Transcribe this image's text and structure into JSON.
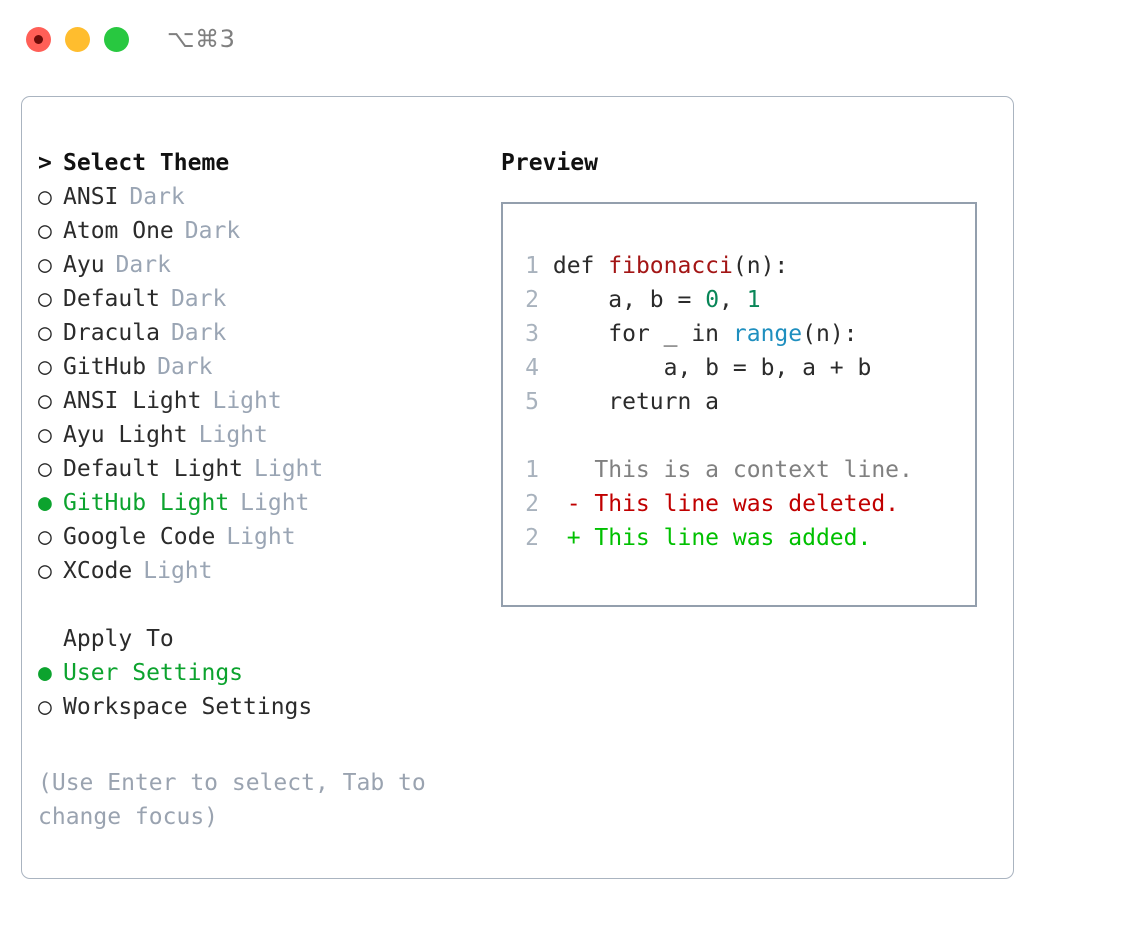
{
  "titlebar": {
    "shortcut": "⌥⌘3",
    "controls": [
      "close",
      "minimize",
      "maximize"
    ]
  },
  "theme_picker": {
    "heading": "Select Theme",
    "heading_marker": ">",
    "marker_unselected": "○",
    "marker_selected": "●",
    "items": [
      {
        "name": "ANSI",
        "tag": "Dark",
        "selected": false
      },
      {
        "name": "Atom One",
        "tag": "Dark",
        "selected": false
      },
      {
        "name": "Ayu",
        "tag": "Dark",
        "selected": false
      },
      {
        "name": "Default",
        "tag": "Dark",
        "selected": false
      },
      {
        "name": "Dracula",
        "tag": "Dark",
        "selected": false
      },
      {
        "name": "GitHub",
        "tag": "Dark",
        "selected": false
      },
      {
        "name": "ANSI Light",
        "tag": "Light",
        "selected": false
      },
      {
        "name": "Ayu Light",
        "tag": "Light",
        "selected": false
      },
      {
        "name": "Default Light",
        "tag": "Light",
        "selected": false
      },
      {
        "name": "GitHub Light",
        "tag": "Light",
        "selected": true
      },
      {
        "name": "Google Code",
        "tag": "Light",
        "selected": false
      },
      {
        "name": "XCode",
        "tag": "Light",
        "selected": false
      }
    ]
  },
  "apply_to": {
    "heading": "Apply To",
    "items": [
      {
        "name": "User Settings",
        "selected": true
      },
      {
        "name": "Workspace Settings",
        "selected": false
      }
    ]
  },
  "hint": "(Use Enter to select, Tab to change focus)",
  "preview": {
    "title": "Preview",
    "code_lines": [
      {
        "num": "1",
        "tokens": [
          {
            "t": "def ",
            "c": "kw"
          },
          {
            "t": "fibonacci",
            "c": "fn"
          },
          {
            "t": "(n):",
            "c": "plain"
          }
        ]
      },
      {
        "num": "2",
        "tokens": [
          {
            "t": "    a, b = ",
            "c": "plain"
          },
          {
            "t": "0",
            "c": "num"
          },
          {
            "t": ", ",
            "c": "plain"
          },
          {
            "t": "1",
            "c": "num"
          }
        ]
      },
      {
        "num": "3",
        "tokens": [
          {
            "t": "    for _ in ",
            "c": "plain"
          },
          {
            "t": "range",
            "c": "bi"
          },
          {
            "t": "(n):",
            "c": "plain"
          }
        ]
      },
      {
        "num": "4",
        "tokens": [
          {
            "t": "        a, b = b, a + b",
            "c": "plain"
          }
        ]
      },
      {
        "num": "5",
        "tokens": [
          {
            "t": "    return a",
            "c": "plain"
          }
        ]
      }
    ],
    "diff_lines": [
      {
        "num": "1",
        "sign": " ",
        "text": "This is a context line.",
        "kind": "context"
      },
      {
        "num": "2",
        "sign": "-",
        "text": "This line was deleted.",
        "kind": "deleted"
      },
      {
        "num": "2",
        "sign": "+",
        "text": "This line was added.",
        "kind": "added"
      }
    ]
  },
  "colors": {
    "selected_green": "#0ca32e",
    "tag_grey": "#9aa5b4",
    "hint_grey": "#9aa3b0",
    "panel_border": "#aab4c0",
    "preview_border": "#939fad",
    "line_number": "#a8b2bd",
    "diff_context": "#808080",
    "diff_deleted": "#c00000",
    "diff_added": "#00c000",
    "code_function": "#a31515",
    "code_number": "#098658",
    "code_builtin": "#1f8fbf",
    "traffic_red": "#ff5f57",
    "traffic_yellow": "#ffbd2e",
    "traffic_green": "#28c840"
  }
}
